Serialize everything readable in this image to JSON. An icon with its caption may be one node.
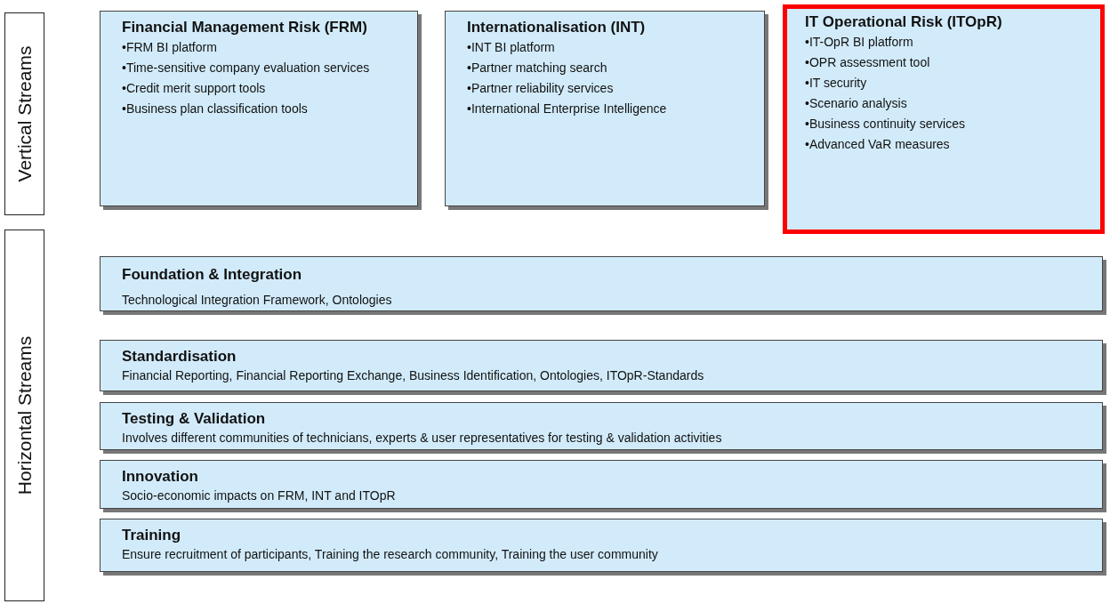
{
  "diagram": {
    "nodes": [
      {
        "text": [
          "Vertical Streams"
        ]
      },
      {
        "text": [
          "Financial Management Risk (FRM)",
          "•FRM BI platform",
          "•Time-sensitive company evaluation services",
          "•Credit merit support tools",
          "•Business plan classification tools"
        ]
      },
      {
        "text": [
          "Internationalisation (INT)",
          "•INT BI platform",
          "•Partner matching search",
          "•Partner reliability services",
          "•International Enterprise Intelligence"
        ]
      },
      {
        "text": [
          "IT Operational Risk (ITOpR)",
          "•IT-OpR BI platform",
          "•OPR assessment tool",
          "•IT security",
          "•Scenario analysis",
          "•Business continuity services",
          "•Advanced VaR measures"
        ]
      },
      {
        "text": [
          "Horizontal Streams"
        ]
      },
      {
        "text": [
          "Foundation & Integration",
          "Technological Integration Framework, Ontologies"
        ]
      },
      {
        "text": [
          "Standardisation",
          "Financial Reporting, Financial Reporting Exchange, Business Identification, Ontologies, ITOpR-Standards"
        ]
      },
      {
        "text": [
          "Testing & Validation",
          "Involves different communities of technicians, experts & user representatives for testing & validation activities"
        ]
      },
      {
        "text": [
          "Innovation",
          "Socio-economic impacts on FRM, INT and ITOpR"
        ]
      },
      {
        "text": [
          "Training",
          "Ensure recruitment of participants, Training the research community, Training the user community"
        ]
      }
    ],
    "edges": []
  }
}
